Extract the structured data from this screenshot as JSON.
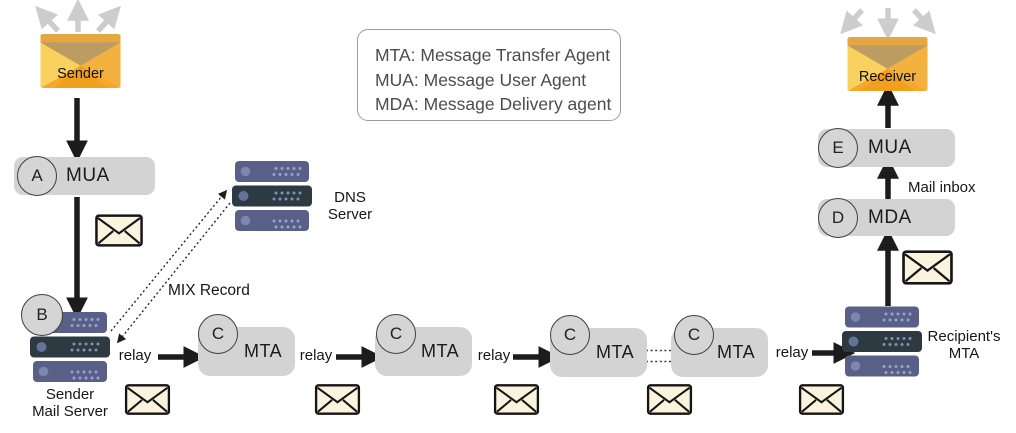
{
  "legend": {
    "lines": [
      "MTA: Message Transfer Agent",
      "MUA: Message User Agent",
      "MDA: Message Delivery agent"
    ]
  },
  "labels": {
    "relay": "relay",
    "mix_record": "MIX Record",
    "mail_inbox": "Mail inbox"
  },
  "nodes": {
    "sender": {
      "label": "Sender"
    },
    "receiver": {
      "label": "Receiver"
    },
    "mua_top": {
      "badge": "A",
      "label": "MUA"
    },
    "sender_mail_server": {
      "badge": "B",
      "line1": "Sender",
      "line2": "Mail Server"
    },
    "dns_server": {
      "line1": "DNS",
      "line2": "Server"
    },
    "mta": {
      "badge": "C",
      "label": "MTA"
    },
    "recipient_mta": {
      "line1": "Recipient's",
      "line2": "MTA"
    },
    "mda": {
      "badge": "D",
      "label": "MDA"
    },
    "mua_right": {
      "badge": "E",
      "label": "MUA"
    }
  },
  "colors": {
    "envelope_orange": "#f5a82a",
    "envelope_flap": "#bd9c64",
    "envelope_wing_left": "#f8d15e",
    "envelope_wing_right": "#f3b240",
    "mail_cream": "#faf3dd",
    "server_light": "#596087",
    "server_dark": "#2d3a42",
    "node_gray": "#d3d3d4",
    "arrow_black": "#1c1c1c",
    "arrow_gray": "#cdcdcd"
  }
}
